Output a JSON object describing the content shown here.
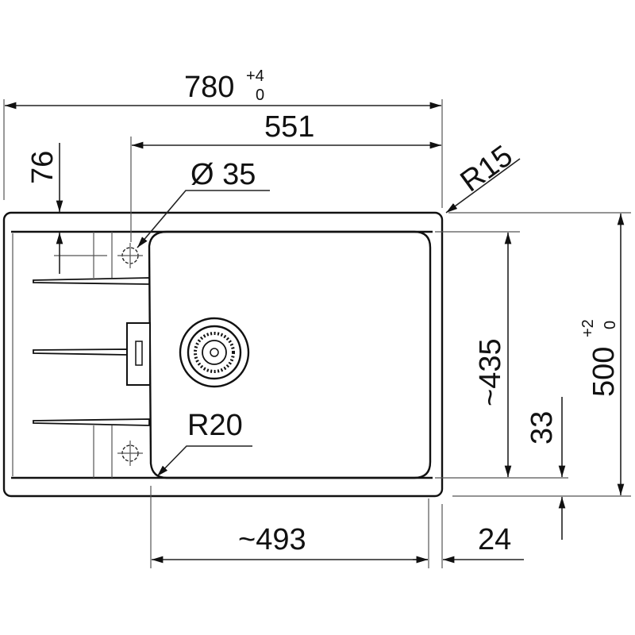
{
  "title": "Sink dimension drawing",
  "dimensions": {
    "overall_width": "780",
    "overall_width_tol_upper": "+4",
    "overall_width_tol_lower": "0",
    "bowl_offset": "551",
    "tap_hole_offset": "76",
    "tap_hole_diameter": "Ø 35",
    "outer_radius": "R15",
    "bowl_radius": "R20",
    "bowl_depth": "~435",
    "overall_depth": "500",
    "overall_depth_tol_upper": "+2",
    "overall_depth_tol_lower": "0",
    "bottom_rim": "33",
    "bowl_width": "~493",
    "right_rim": "24"
  }
}
